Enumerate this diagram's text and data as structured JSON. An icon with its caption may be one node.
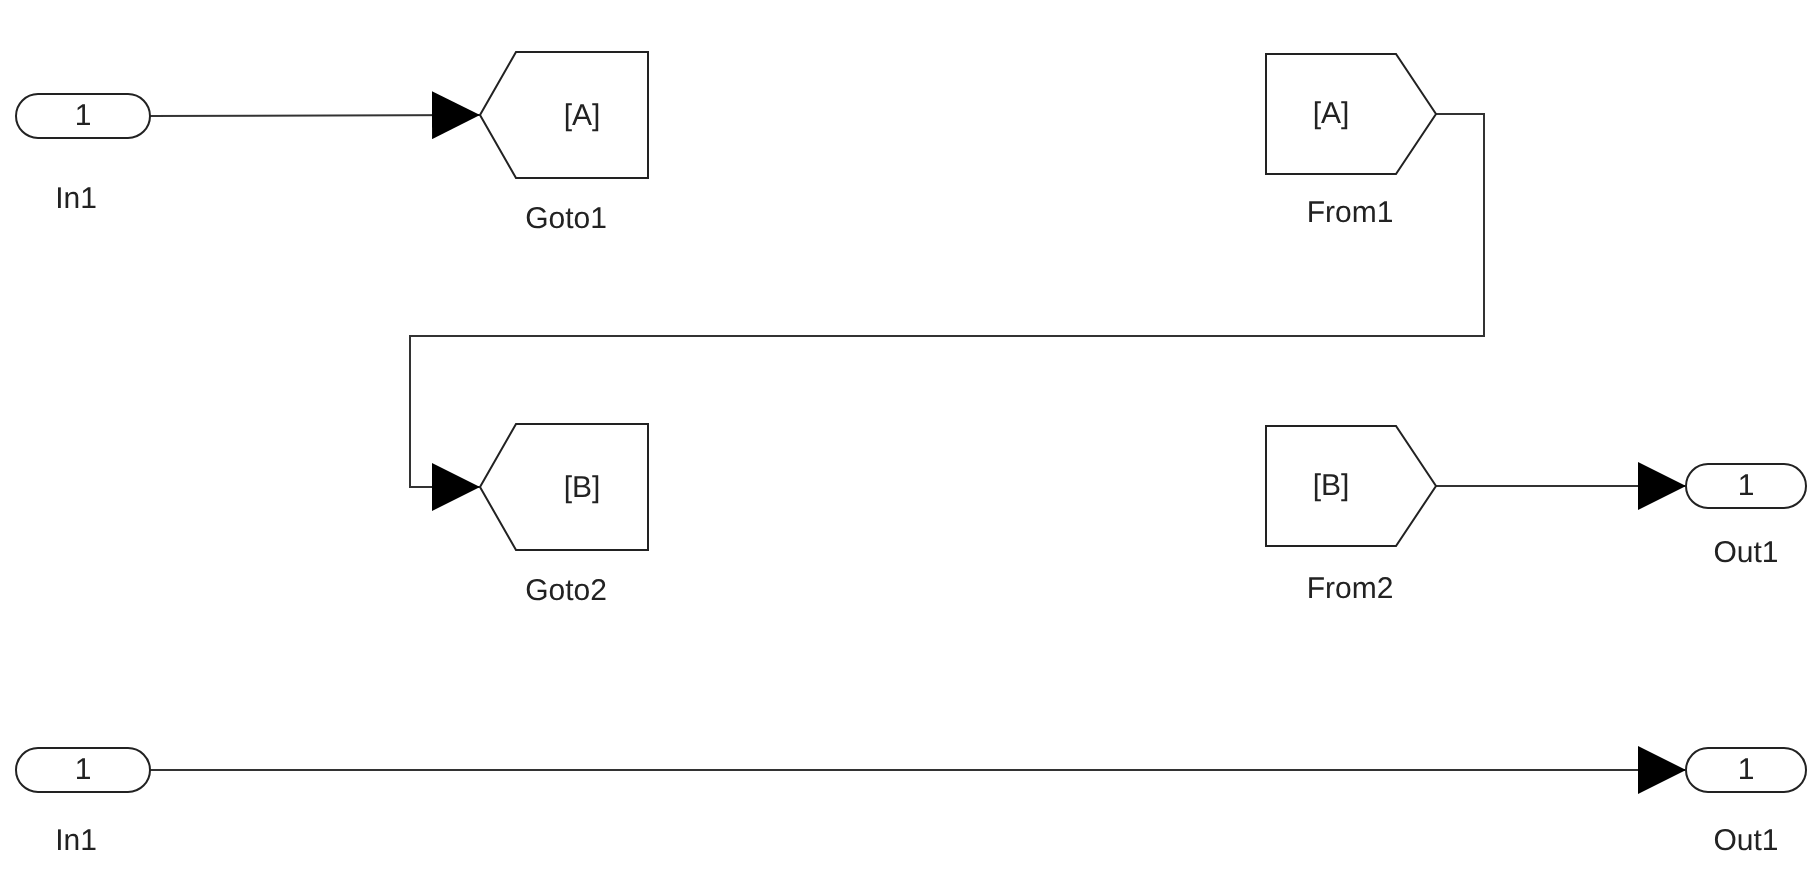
{
  "diagram": {
    "nodes": [
      {
        "text": [
          "1"
        ],
        "beside": [
          "In1"
        ]
      },
      {
        "text": [
          "[A]"
        ],
        "beside": [
          "Goto1"
        ]
      },
      {
        "text": [
          "[A]"
        ],
        "beside": [
          "From1"
        ]
      },
      {
        "text": [
          "[B]"
        ],
        "beside": [
          "Goto2"
        ]
      },
      {
        "text": [
          "[B]"
        ],
        "beside": [
          "From2"
        ]
      },
      {
        "text": [
          "1"
        ],
        "beside": [
          "Out1"
        ]
      },
      {
        "text": [
          "1"
        ],
        "beside": [
          "In1"
        ]
      },
      {
        "text": [
          "1"
        ],
        "beside": [
          "Out1"
        ]
      }
    ],
    "edges": [
      {
        "from": 0,
        "to": 1,
        "arrow": "to"
      },
      {
        "from": 2,
        "to": 3,
        "arrow": "to"
      },
      {
        "from": 4,
        "to": 5,
        "arrow": "to"
      },
      {
        "from": 6,
        "to": 7,
        "arrow": "to"
      }
    ]
  }
}
